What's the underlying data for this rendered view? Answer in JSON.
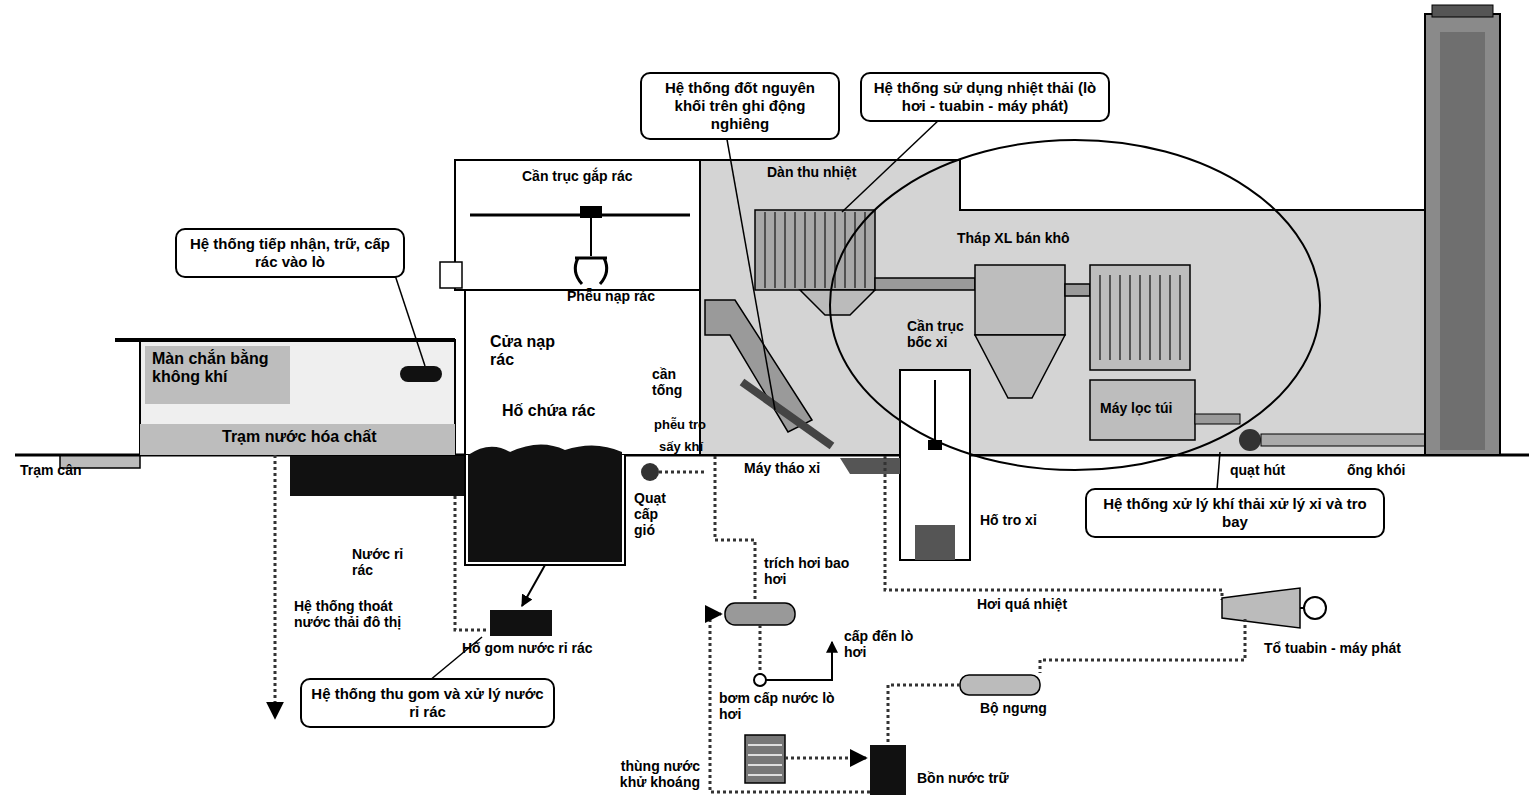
{
  "diagram": {
    "nodes": [
      {
        "text": [
          "Hệ thống đốt nguyên khối trên ghi động nghiêng"
        ]
      },
      {
        "text": [
          "Hệ thống sử dụng nhiệt thải (lò hơi - tuabin - máy phát)"
        ]
      },
      {
        "text": [
          "Hệ thống tiếp nhận, trữ, cấp rác vào lò"
        ]
      },
      {
        "text": [
          "Hệ thống xử lý khí thải xử lý xỉ và tro bay"
        ]
      },
      {
        "text": [
          "Hệ thống thu gom và xử lý nước rỉ rác"
        ]
      }
    ],
    "labels": [
      "Cần trục gắp rác",
      "Dàn thu nhiệt",
      "Tháp XL bán khô",
      "Phễu nạp rác",
      "Màn chắn bằng không khí",
      "Cửa nạp rác",
      "cần tống",
      "Cần trục bốc xỉ",
      "Hố chứa rác",
      "Trạm nước hóa chất",
      "phễu tro",
      "Máy lọc túi",
      "sấy khí",
      "Trạm cân",
      "Máy tháo xỉ",
      "quạt hút",
      "ống khói",
      "Quạt cấp gió",
      "Hố tro xỉ",
      "Nước rỉ rác",
      "trích hơi bao hơi",
      "Hệ thống thoát nước thải đô thị",
      "cấp đến lò hơi",
      "Hơi quá nhiệt",
      "Hố gom nước rỉ rác",
      "Tổ tuabin - máy phát",
      "bơm cấp nước lò hơi",
      "Bộ ngưng",
      "thùng nước khử khoáng",
      "Bồn nước trữ"
    ]
  }
}
